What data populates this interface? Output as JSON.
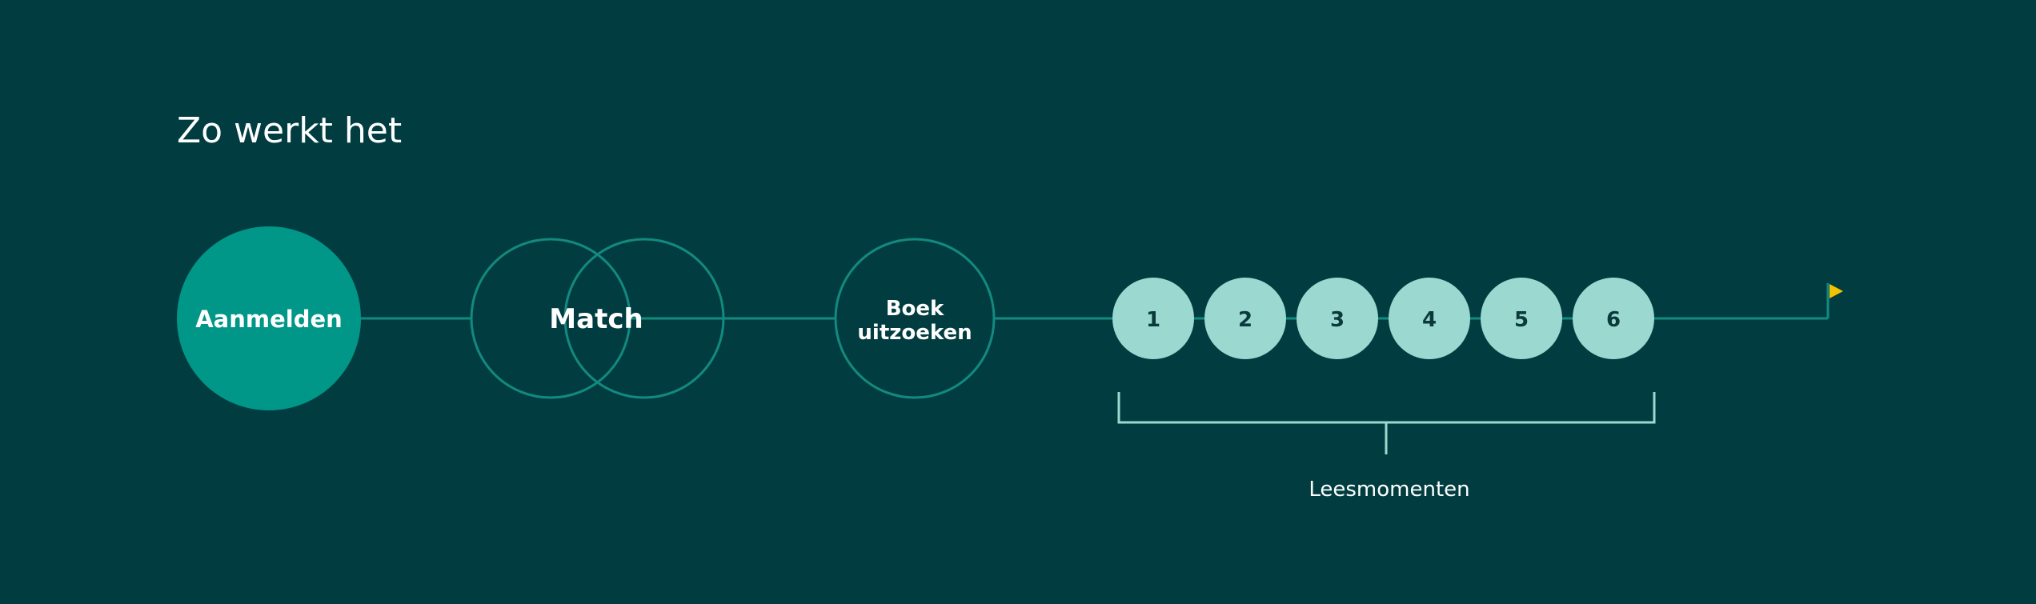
{
  "title": "Zo werkt het",
  "steps": {
    "aanmelden": "Aanmelden",
    "match": "Match",
    "boek_line1": "Boek",
    "boek_line2": "uitzoeken"
  },
  "moments": [
    "1",
    "2",
    "3",
    "4",
    "5",
    "6"
  ],
  "bracket_label": "Leesmomenten",
  "flag_icon": "flag-icon",
  "colors": {
    "background": "#013d40",
    "accent": "#009688",
    "line": "#13897f",
    "moment_fill": "#9bd9d0",
    "bracket": "#9bd9d0",
    "flag": "#f2c300"
  }
}
